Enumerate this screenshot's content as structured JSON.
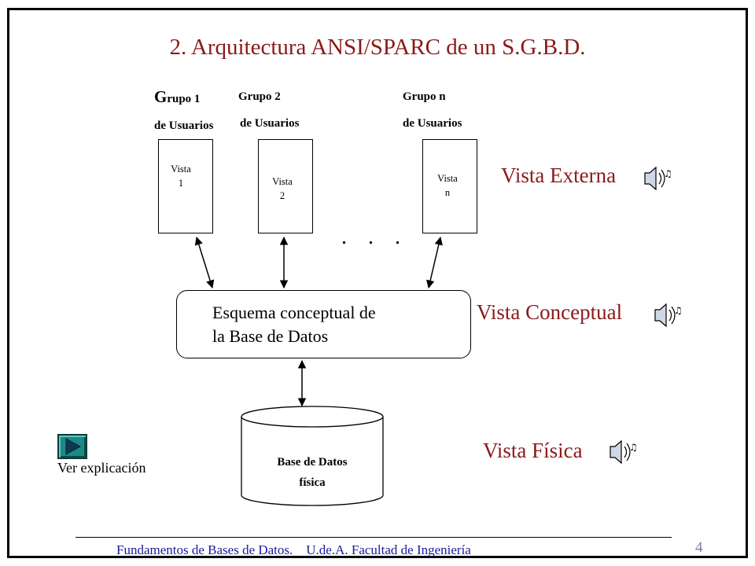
{
  "title": "2. Arquitectura ANSI/SPARC de un S.G.B.D.",
  "groups": [
    {
      "line1_initial": "G",
      "line1_rest": "rupo 1",
      "line2": "de Usuarios"
    },
    {
      "line1": "Grupo 2",
      "line2": "de Usuarios"
    },
    {
      "line1": "Grupo n",
      "line2": "de Usuarios"
    }
  ],
  "views": [
    {
      "line1": "Vista",
      "line2": "1"
    },
    {
      "line1": "Vista",
      "line2": "2"
    },
    {
      "line1": "Vista",
      "line2": "n"
    }
  ],
  "ellipsis": ". . .",
  "conceptual_box": {
    "line1": "Esquema conceptual de",
    "line2": "la Base de Datos"
  },
  "database": {
    "line1": "Base de Datos",
    "line2": "física"
  },
  "levels": {
    "external": "Vista Externa",
    "conceptual": "Vista Conceptual",
    "physical": "Vista Física"
  },
  "explain_button_label": "Ver explicación",
  "footer": "Fundamentos de Bases de Datos.    U.de.A. Facultad de Ingeniería",
  "page_number": "4",
  "colors": {
    "title": "#8b1a1a",
    "footer": "#1a1a9c",
    "button": "#1b8a84"
  },
  "icons": [
    "speaker-icon",
    "play-icon"
  ]
}
